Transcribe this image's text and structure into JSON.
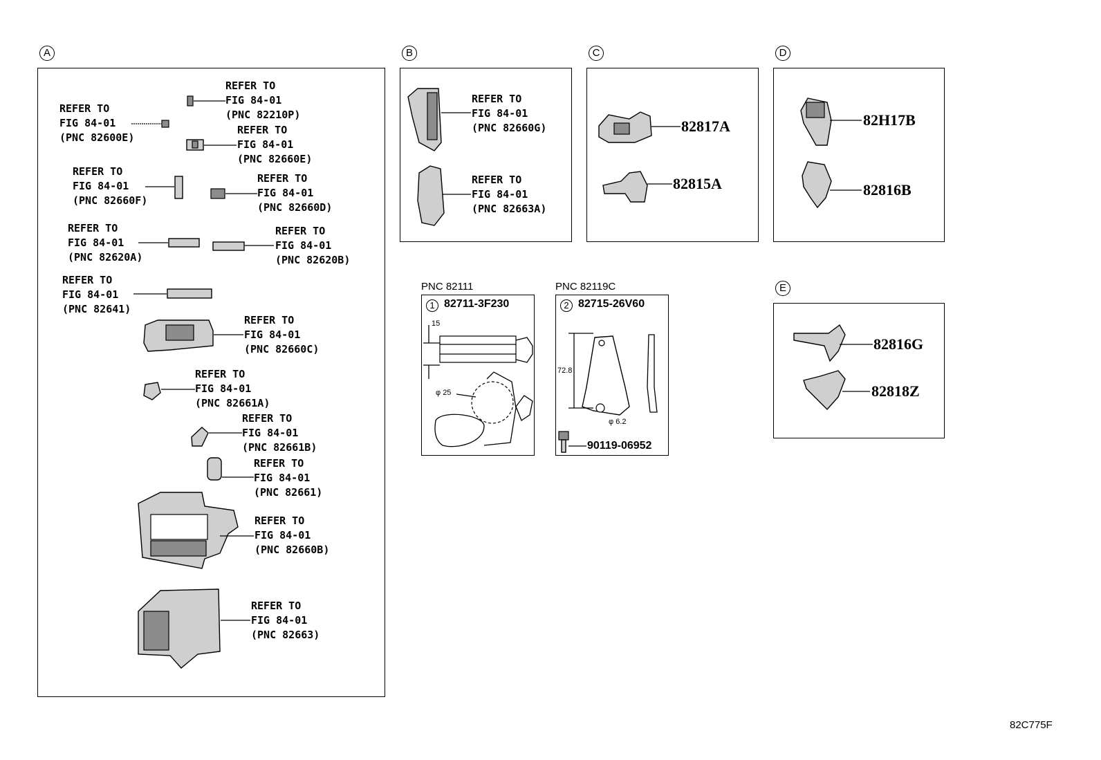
{
  "sections": {
    "A": "A",
    "B": "B",
    "C": "C",
    "D": "D",
    "E": "E"
  },
  "refer_line1": "REFER TO",
  "refer_line2": "FIG 84-01",
  "section_a": [
    "(PNC 82210P)",
    "(PNC 82600E)",
    "(PNC 82660E)",
    "(PNC 82660F)",
    "(PNC 82660D)",
    "(PNC 82620A)",
    "(PNC 82620B)",
    "(PNC 82641)",
    "(PNC 82660C)",
    "(PNC 82661A)",
    "(PNC 82661B)",
    "(PNC 82661)",
    "(PNC 82660B)",
    "(PNC 82663)"
  ],
  "section_b": [
    "(PNC 82660G)",
    "(PNC 82663A)"
  ],
  "section_c": [
    "82817A",
    "82815A"
  ],
  "section_d": [
    "82H17B",
    "82816B"
  ],
  "section_e": [
    "82816G",
    "82818Z"
  ],
  "clip1": {
    "pnc": "PNC 82111",
    "num": "1",
    "part": "82711-3F230",
    "dim_h": "15",
    "dim_d": "φ 25"
  },
  "clip2": {
    "pnc": "PNC 82119C",
    "num": "2",
    "part": "82715-26V60",
    "dim_h": "72.8",
    "dim_d": "φ 6.2",
    "bolt": "90119-06952"
  },
  "diagram_code": "82C775F"
}
